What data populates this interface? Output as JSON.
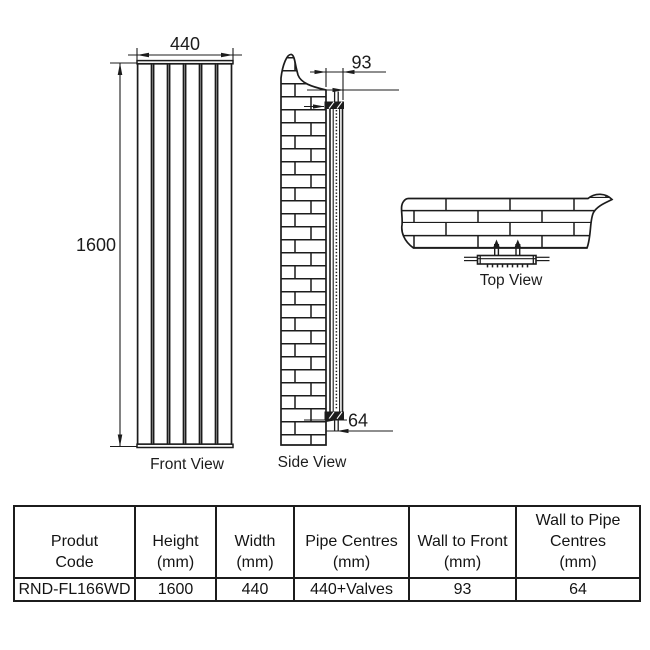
{
  "views": {
    "front": {
      "label": "Front View",
      "width_dim": "440",
      "height_dim": "1600"
    },
    "side": {
      "label": "Side View",
      "wall_to_front_dim": "93",
      "wall_to_pipe_dim": "64"
    },
    "top": {
      "label": "Top View"
    }
  },
  "table": {
    "headers": [
      "Produt\nCode",
      "Height\n(mm)",
      "Width\n(mm)",
      "Pipe Centres\n(mm)",
      "Wall to Front\n(mm)",
      "Wall to Pipe\nCentres\n(mm)"
    ],
    "row": [
      "RND-FL166WD",
      "1600",
      "440",
      "440+Valves",
      "93",
      "64"
    ]
  },
  "colors": {
    "line": "#1c1c1c",
    "background": "#ffffff"
  }
}
